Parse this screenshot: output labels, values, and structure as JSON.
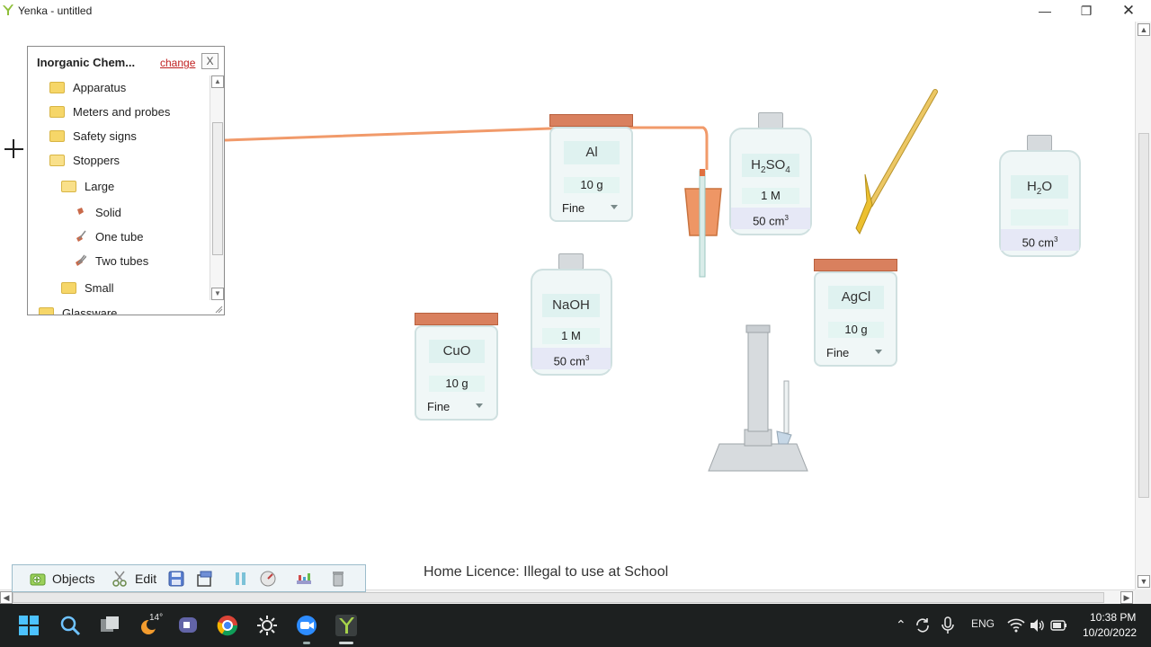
{
  "window": {
    "title": "Yenka - untitled"
  },
  "library": {
    "title": "Inorganic Chem...",
    "change_label": "change",
    "close_label": "X",
    "items": [
      {
        "label": "Apparatus",
        "kind": "folder"
      },
      {
        "label": "Meters and probes",
        "kind": "folder"
      },
      {
        "label": "Safety signs",
        "kind": "folder"
      },
      {
        "label": "Stoppers",
        "kind": "folder-open"
      },
      {
        "label": "Large",
        "kind": "folder-open"
      },
      {
        "label": "Solid",
        "kind": "stopper-solid"
      },
      {
        "label": "One tube",
        "kind": "stopper-one-tube"
      },
      {
        "label": "Two tubes",
        "kind": "stopper-two-tubes"
      },
      {
        "label": "Small",
        "kind": "folder"
      },
      {
        "label": "Glassware",
        "kind": "folder"
      }
    ]
  },
  "jars": {
    "al": {
      "name": "Al",
      "amount": "10 g",
      "grain": "Fine"
    },
    "cuo": {
      "name": "CuO",
      "amount": "10 g",
      "grain": "Fine"
    },
    "agcl": {
      "name": "AgCl",
      "amount": "10 g",
      "grain": "Fine"
    }
  },
  "bottles": {
    "h2so4": {
      "formula": "H",
      "sub1": "2",
      "mid": "SO",
      "sub2": "4",
      "conc": "1 M",
      "volume": "50 cm",
      "sup": "3"
    },
    "naoh": {
      "formula": "NaOH",
      "conc": "1 M",
      "volume": "50 cm",
      "sup": "3"
    },
    "h2o": {
      "formula": "H",
      "sub1": "2",
      "mid": "O",
      "volume": "50 cm",
      "sup": "3"
    }
  },
  "toolbar": {
    "objects_label": "Objects",
    "edit_label": "Edit"
  },
  "licence_text": "Home Licence: Illegal to use at School",
  "taskbar": {
    "weather_temp": "14°",
    "language": "ENG",
    "time": "10:38 PM",
    "date": "10/20/2022"
  },
  "colors": {
    "copper_lid": "#d9805e",
    "delivery_tube": "#f19a6a",
    "folder": "#f6d668",
    "taskbar": "#1d2020"
  }
}
